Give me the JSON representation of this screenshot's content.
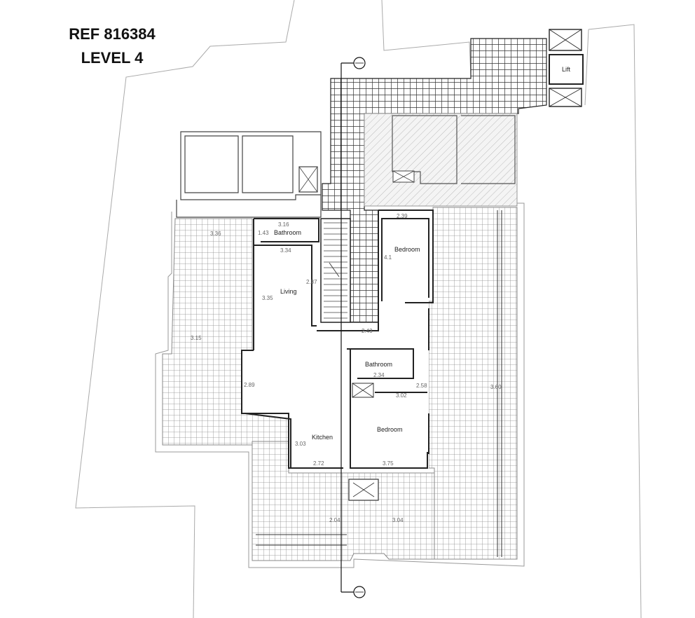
{
  "header": {
    "ref": "REF 816384",
    "level": "LEVEL 4"
  },
  "rooms": {
    "lift": "Lift",
    "bathroom_top": "Bathroom",
    "living": "Living",
    "bedroom_top": "Bedroom",
    "bathroom_mid": "Bathroom",
    "kitchen": "Kitchen",
    "bedroom_bottom": "Bedroom"
  },
  "dimensions": {
    "d_bath_w": "3.16",
    "d_bath_h": "1.43",
    "d_liv_w": "3.34",
    "d_liv_h": "3.35",
    "d_liv_stair": "2.87",
    "d_bed1_w": "2.39",
    "d_bed1_h": "4.1",
    "d_corr": "2.43",
    "d_bath2_w": "2.34",
    "d_bath2_h": "2.58",
    "d_bed2_w": "3.02",
    "d_bed2_h": "3.75",
    "d_kit_h": "3.03",
    "d_kit_w": "2.72",
    "d_liv2_h": "2.89",
    "d_terr_bottom": "2.04",
    "d_terr_mid": "3.04",
    "d_terr_right": "3.60",
    "d_terr_left": "3.15",
    "d_terr_top": "3.36"
  },
  "colors": {
    "line": "#222222",
    "light_line": "#9a9a9a",
    "hatch": "#bbbbbb"
  }
}
